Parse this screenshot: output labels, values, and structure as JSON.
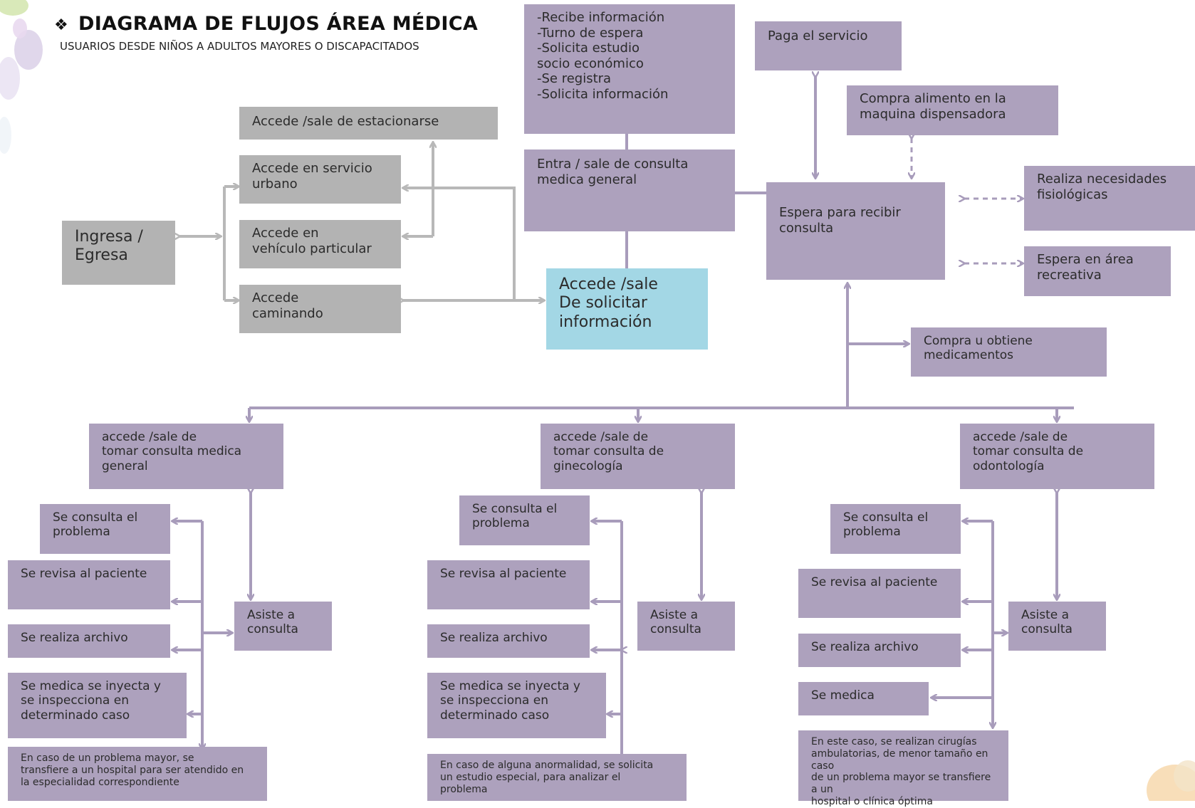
{
  "header": {
    "bullet": "❖",
    "title": "DIAGRAMA DE FLUJOS ÁREA MÉDICA",
    "subtitle": "USUARIOS DESDE NIÑOS A ADULTOS MAYORES O DISCAPACITADOS"
  },
  "colors": {
    "purple": "#ada1bd",
    "grey": "#b3b3b3",
    "cyan": "#a3d7e5",
    "arrow_purple": "#a89cbb",
    "arrow_grey": "#b8b8b8"
  },
  "entry": {
    "ingresa": "Ingresa /\nEgresa",
    "estacionarse": "Accede /sale de  estacionarse",
    "urbano": "Accede en servicio\nurbano",
    "particular": "Accede en\nvehículo particular",
    "caminando": "Accede\ncaminando",
    "informacion": "Accede /sale\nDe solicitar\ninformación"
  },
  "center": {
    "recibe": "-Recibe información\n-Turno de espera\n-Solicita estudio\nsocio económico\n-Se registra\n-Solicita información",
    "entra": "Entra / sale de consulta\nmedica general",
    "paga": "Paga el servicio",
    "compra_alimento": "Compra alimento en la\nmaquina dispensadora",
    "espera": "Espera para recibir\nconsulta",
    "necesidades": "Realiza necesidades\nfisiológicas",
    "recreativa": "Espera en área\nrecreativa",
    "medicamentos": "Compra u obtiene\nmedicamentos"
  },
  "branches": {
    "general": {
      "accede": "accede /sale de\ntomar  consulta medica\ngeneral",
      "consulta_problema": "Se consulta el\nproblema",
      "revisa": "Se revisa al paciente",
      "archivo": "Se realiza archivo",
      "medica": "Se medica se inyecta y\nse inspecciona en\ndeterminado caso",
      "asiste": "Asiste a\nconsulta",
      "caso": "En caso de un problema mayor, se\ntransfiere a un hospital para ser atendido en\nla especialidad correspondiente"
    },
    "ginecologia": {
      "accede": "accede /sale de\ntomar consulta de\nginecología",
      "consulta_problema": "Se consulta el\nproblema",
      "revisa": "Se revisa al paciente",
      "archivo": "Se realiza archivo",
      "medica": "Se medica se inyecta y\nse inspecciona en\ndeterminado caso",
      "asiste": "Asiste a\nconsulta",
      "caso": "En caso de alguna anormalidad, se solicita\nun estudio especial, para analizar el\nproblema"
    },
    "odontologia": {
      "accede": "accede /sale de\ntomar consulta de\nodontología",
      "consulta_problema": "Se consulta el\nproblema",
      "revisa": "Se revisa al paciente",
      "archivo": "Se realiza archivo",
      "medica": "Se medica",
      "asiste": "Asiste a\nconsulta",
      "caso": "En este caso, se realizan cirugías\nambulatorias,  de menor tamaño en caso\nde un problema mayor se transfiere a un\nhospital o clínica óptima"
    }
  }
}
